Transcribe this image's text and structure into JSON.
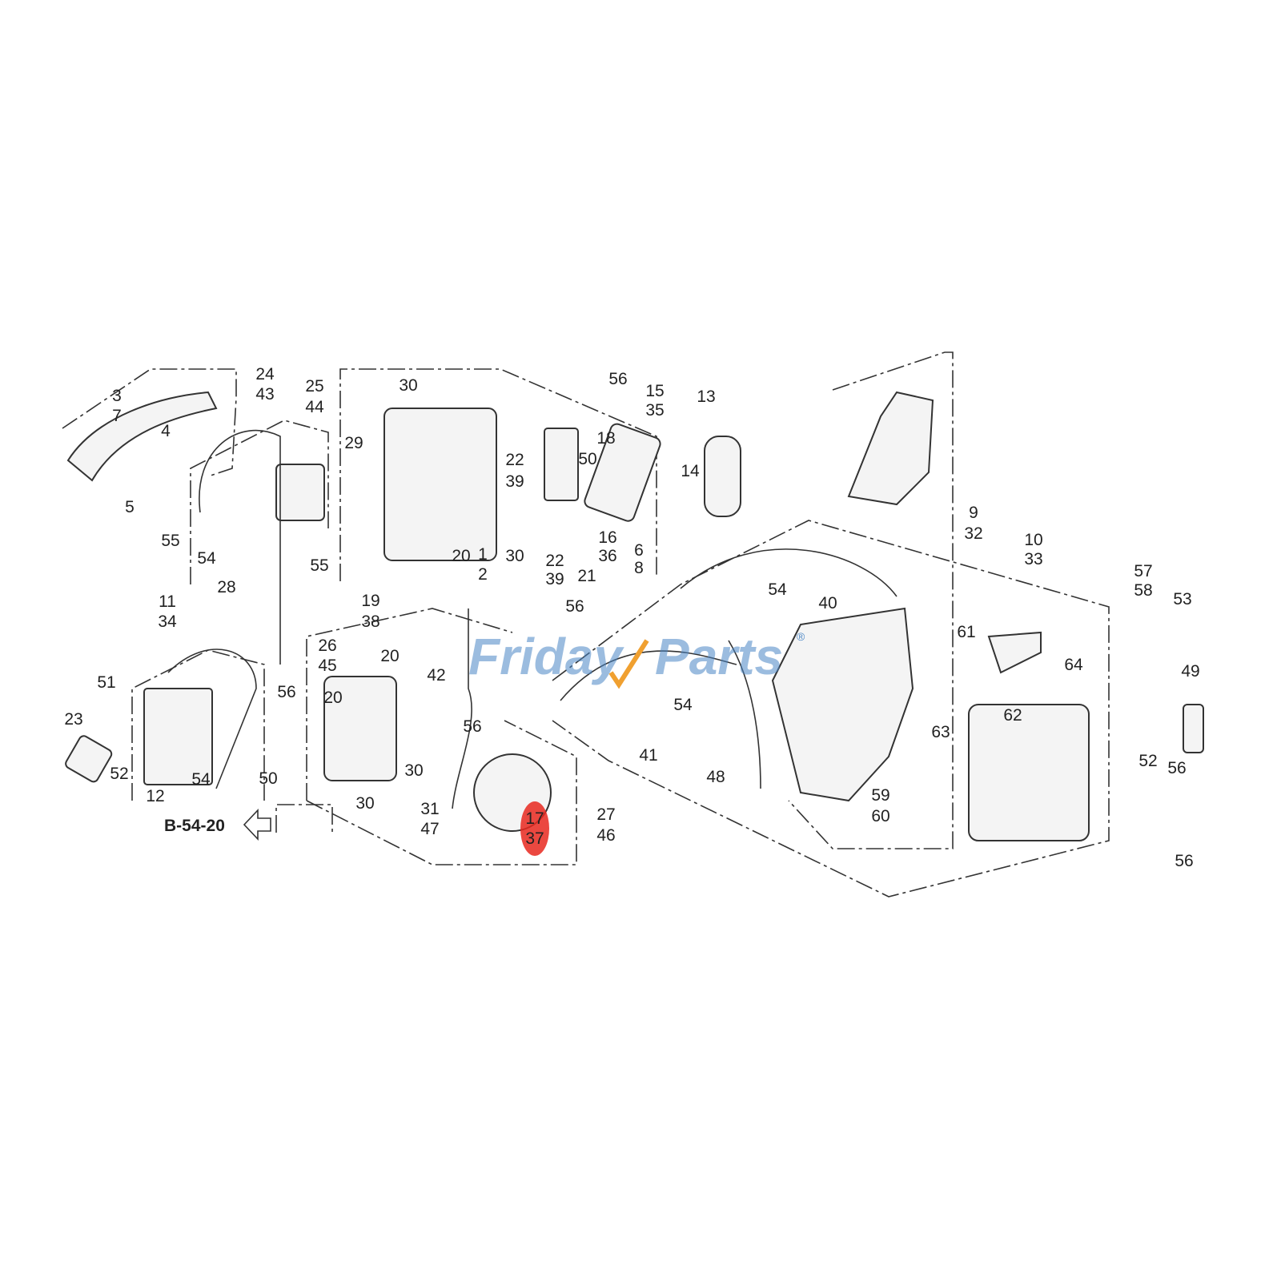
{
  "diagram": {
    "callouts": [
      "24",
      "43",
      "3",
      "7",
      "4",
      "5",
      "55",
      "25",
      "44",
      "30",
      "56",
      "15",
      "35",
      "13",
      "29",
      "18",
      "22",
      "50",
      "14",
      "39",
      "54",
      "28",
      "55",
      "20",
      "1",
      "2",
      "30",
      "22",
      "39",
      "16",
      "36",
      "21",
      "6",
      "8",
      "9",
      "32",
      "10",
      "33",
      "11",
      "34",
      "19",
      "38",
      "56",
      "54",
      "40",
      "57",
      "58",
      "53",
      "26",
      "45",
      "20",
      "42",
      "61",
      "64",
      "49",
      "51",
      "56",
      "20",
      "56",
      "54",
      "62",
      "63",
      "23",
      "52",
      "54",
      "50",
      "12",
      "30",
      "30",
      "31",
      "47",
      "41",
      "48",
      "59",
      "60",
      "52",
      "56",
      "27",
      "46",
      "17",
      "37",
      "56"
    ],
    "reference_label": "B-54-20",
    "highlighted_part": "37",
    "highlight_color": "#e8281e"
  },
  "watermark": {
    "text_left": "Friday",
    "text_right": "Parts",
    "mark": "®",
    "color": "#4a86c5",
    "accent_color": "#f0a030"
  }
}
